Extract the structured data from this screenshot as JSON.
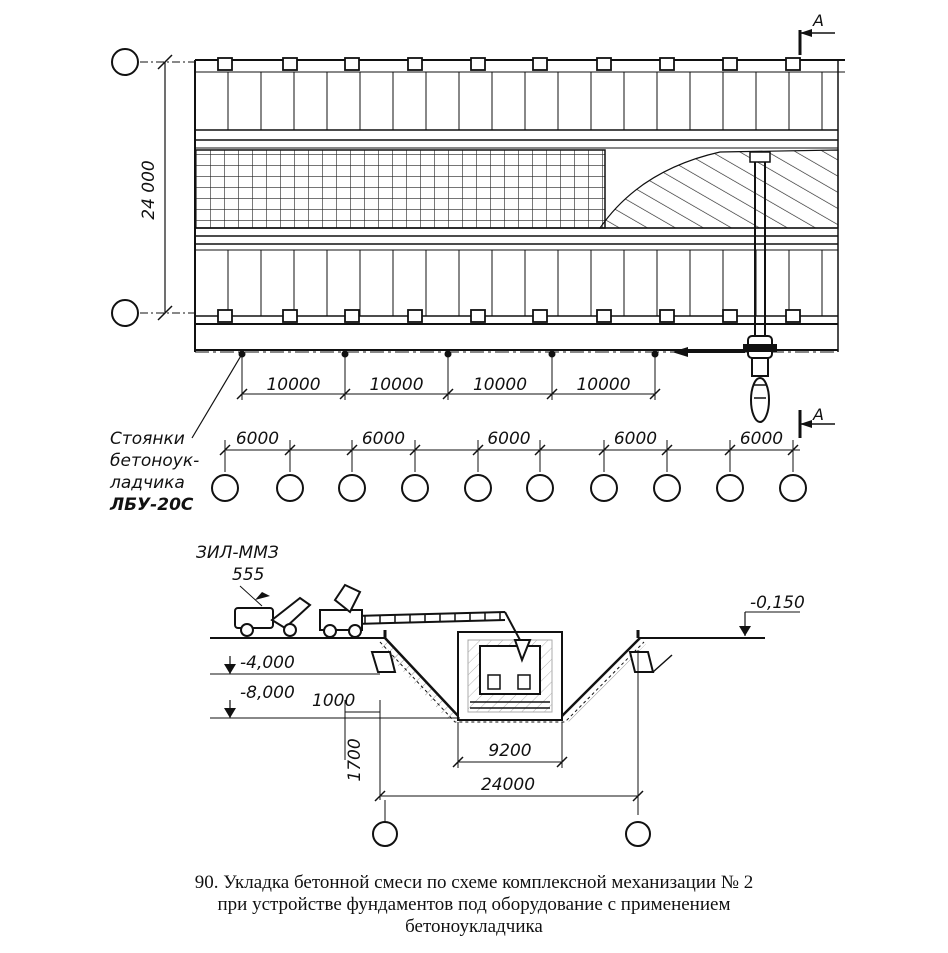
{
  "figure": {
    "section_marker": "A",
    "plan": {
      "height_dim": "24 000",
      "spacing_10000": [
        "10000",
        "10000",
        "10000",
        "10000"
      ],
      "spacing_6000": [
        "6000",
        "6000",
        "6000",
        "6000",
        "6000"
      ],
      "label_lines": [
        "Стоянки",
        "бетоноук-",
        "ладчика",
        "ЛБУ-20С"
      ]
    },
    "section": {
      "truck_line1": "ЗИЛ-ММЗ",
      "truck_line2": "555",
      "level_top": "-0,150",
      "level_1": "-4,000",
      "level_2": "-8,000",
      "dim_1000": "1000",
      "dim_1700": "1700",
      "dim_9200": "9200",
      "dim_24000": "24000"
    },
    "caption": [
      "90. Укладка бетонной смеси по схеме комплексной механизации № 2",
      "при устройстве фундаментов под оборудование с применением",
      "бетоноукладчика"
    ]
  }
}
